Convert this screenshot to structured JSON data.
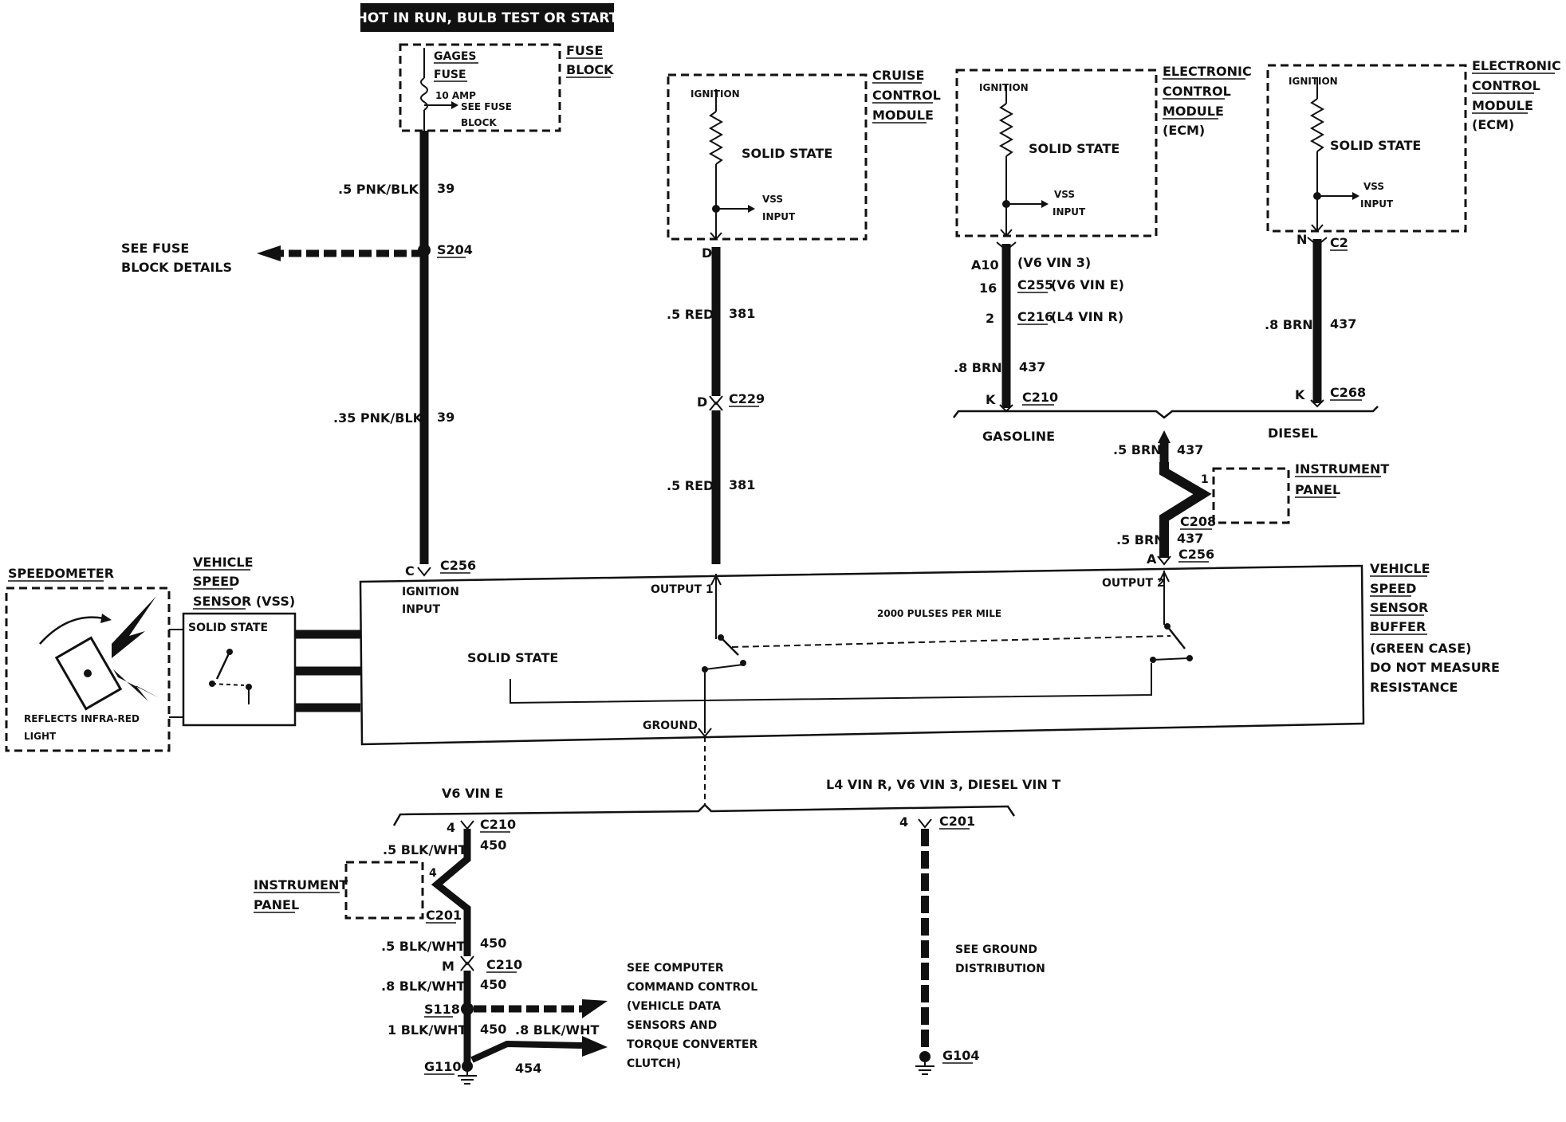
{
  "header": "HOT IN RUN, BULB TEST OR START",
  "fuse": {
    "gages": "GAGES",
    "fuse": "FUSE",
    "rating": "10 AMP",
    "see_fuse": "SEE FUSE",
    "block": "BLOCK",
    "label_line1": "FUSE",
    "label_line2": "BLOCK"
  },
  "ign_feed": {
    "wire1": ".5 PNK/BLK",
    "circuit1": "39",
    "splice": "S204",
    "see_fuse_line1": "SEE FUSE",
    "see_fuse_line2": "BLOCK DETAILS",
    "wire2": ".35 PNK/BLK",
    "circuit2": "39",
    "conn_pin": "C",
    "conn": "C256"
  },
  "cruise": {
    "ignition": "IGNITION",
    "solid_state": "SOLID STATE",
    "vss": "VSS",
    "input": "INPUT",
    "label_line1": "CRUISE",
    "label_line2": "CONTROL",
    "label_line3": "MODULE",
    "pin_top": "D",
    "wire1": ".5 RED",
    "circuit1": "381",
    "pin_mid": "D",
    "conn_mid": "C229",
    "wire2": ".5 RED",
    "circuit2": "381"
  },
  "ecm_gas": {
    "ignition": "IGNITION",
    "solid_state": "SOLID STATE",
    "vss": "VSS",
    "input": "INPUT",
    "label_line1": "ELECTRONIC",
    "label_line2": "CONTROL",
    "label_line3": "MODULE",
    "label_line4": "(ECM)",
    "pin1": "A10",
    "note1": "(V6 VIN 3)",
    "pin2": "16",
    "conn2": "C255",
    "note2": "(V6 VIN E)",
    "pin3": "2",
    "conn3": "C216",
    "note3": "(L4 VIN R)",
    "wire": ".8 BRN",
    "circuit": "437",
    "pin_bottom": "K",
    "conn_bottom": "C210",
    "branch": "GASOLINE"
  },
  "ecm_diesel": {
    "ignition": "IGNITION",
    "solid_state": "SOLID STATE",
    "vss": "VSS",
    "input": "INPUT",
    "label_line1": "ELECTRONIC",
    "label_line2": "CONTROL",
    "label_line3": "MODULE",
    "label_line4": "(ECM)",
    "pin_top": "N",
    "conn_top": "C2",
    "wire": ".8 BRN",
    "circuit": "437",
    "pin_bottom": "K",
    "conn_bottom": "C268",
    "branch": "DIESEL"
  },
  "output2_feed": {
    "wire1": ".5 BRN",
    "circuit1": "437",
    "ip_pin": "1",
    "ip_line1": "INSTRUMENT",
    "ip_line2": "PANEL",
    "ip_conn": "C208",
    "wire2": ".5 BRN",
    "circuit2": "437",
    "pin": "A",
    "conn": "C256"
  },
  "speedometer": {
    "label": "SPEEDOMETER",
    "reflects_line1": "REFLECTS INFRA-RED",
    "reflects_line2": "LIGHT"
  },
  "vss": {
    "line1": "VEHICLE",
    "line2": "SPEED",
    "line3": "SENSOR (VSS)",
    "solid_state": "SOLID STATE"
  },
  "buffer": {
    "ignition_input_line1": "IGNITION",
    "ignition_input_line2": "INPUT",
    "output1": "OUTPUT 1",
    "output2": "OUTPUT 2",
    "pulses": "2000 PULSES PER MILE",
    "solid_state": "SOLID STATE",
    "ground": "GROUND",
    "label_line1": "VEHICLE",
    "label_line2": "SPEED",
    "label_line3": "SENSOR",
    "label_line4": "BUFFER",
    "note_line1": "(GREEN CASE)",
    "note_line2": "DO NOT MEASURE",
    "note_line3": "RESISTANCE"
  },
  "ground_left": {
    "branch": "V6 VIN E",
    "pin1": "4",
    "conn1": "C210",
    "wire1": ".5 BLK/WHT",
    "circuit1": "450",
    "ip_pin": "4",
    "ip_line1": "INSTRUMENT",
    "ip_line2": "PANEL",
    "ip_conn": "C201",
    "wire2": ".5 BLK/WHT",
    "circuit2": "450",
    "pin2": "M",
    "conn2": "C210",
    "wire3": ".8 BLK/WHT",
    "circuit3": "450",
    "splice": "S118",
    "wire4": "1 BLK/WHT",
    "circuit4": "450",
    "wire5": ".8 BLK/WHT",
    "circuit5": "454",
    "ground": "G110",
    "ccc_line1": "SEE COMPUTER",
    "ccc_line2": "COMMAND CONTROL",
    "ccc_line3": "(VEHICLE DATA",
    "ccc_line4": "SENSORS AND",
    "ccc_line5": "TORQUE CONVERTER",
    "ccc_line6": "CLUTCH)"
  },
  "ground_right": {
    "branch": "L4 VIN R, V6 VIN 3, DIESEL VIN T",
    "pin": "4",
    "conn": "C201",
    "see_ground_line1": "SEE GROUND",
    "see_ground_line2": "DISTRIBUTION",
    "ground": "G104"
  }
}
